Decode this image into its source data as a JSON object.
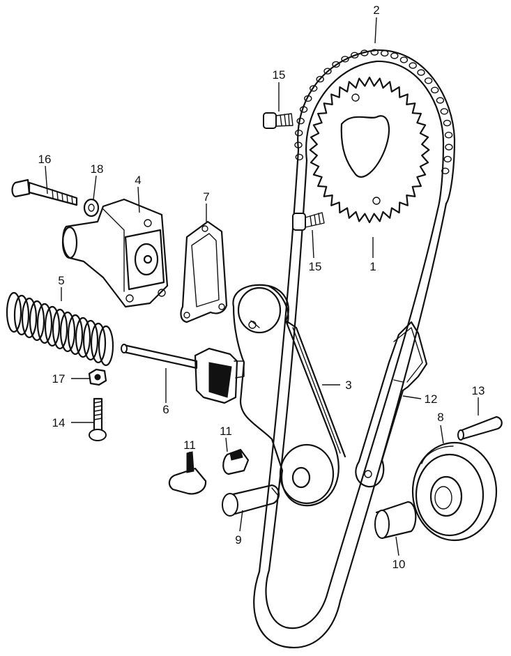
{
  "callouts": {
    "c1": "1",
    "c2": "2",
    "c3": "3",
    "c4": "4",
    "c5": "5",
    "c6": "6",
    "c7": "7",
    "c8": "8",
    "c9": "9",
    "c10": "10",
    "c11a": "11",
    "c11b": "11",
    "c12": "12",
    "c13": "13",
    "c14": "14",
    "c15a": "15",
    "c15b": "15",
    "c16": "16",
    "c17": "17",
    "c18": "18"
  }
}
